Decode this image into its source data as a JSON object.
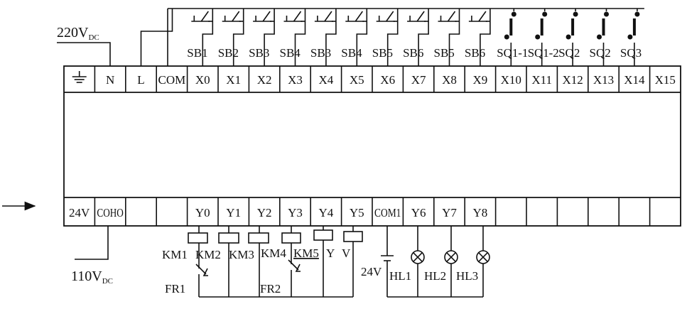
{
  "top_terminals": [
    "⏚",
    "N",
    "L",
    "COM",
    "X0",
    "X1",
    "X2",
    "X3",
    "X4",
    "X5",
    "X6",
    "X7",
    "X8",
    "X9",
    "X10",
    "X11",
    "X12",
    "X13",
    "X14",
    "X15"
  ],
  "bottom_terminals": [
    "24V",
    "COHO",
    "",
    "",
    "Y0",
    "Y1",
    "Y2",
    "Y3",
    "Y4",
    "Y5",
    "COM1",
    "Y6",
    "Y7",
    "Y8",
    "",
    "",
    "",
    "",
    "",
    ""
  ],
  "input_labels": [
    "SB1",
    "SB2",
    "SB3",
    "SB4",
    "SB3",
    "SB4",
    "SB5",
    "SB6",
    "SB5",
    "SB6",
    "SQ1-1",
    "SQ1-2",
    "SQ2",
    "SQ2",
    "SQ3"
  ],
  "supply_top": {
    "value": "220V",
    "subscript": "DC"
  },
  "supply_bottom": {
    "value": "110V",
    "subscript": "DC"
  },
  "coil_labels": [
    "KM1",
    "KM2",
    "KM3",
    "KM4",
    "KM5",
    "Y",
    "V"
  ],
  "relay_labels": [
    "FR1",
    "FR2"
  ],
  "battery_label": "24V",
  "lamp_labels": [
    "HL1",
    "HL2",
    "HL3"
  ]
}
